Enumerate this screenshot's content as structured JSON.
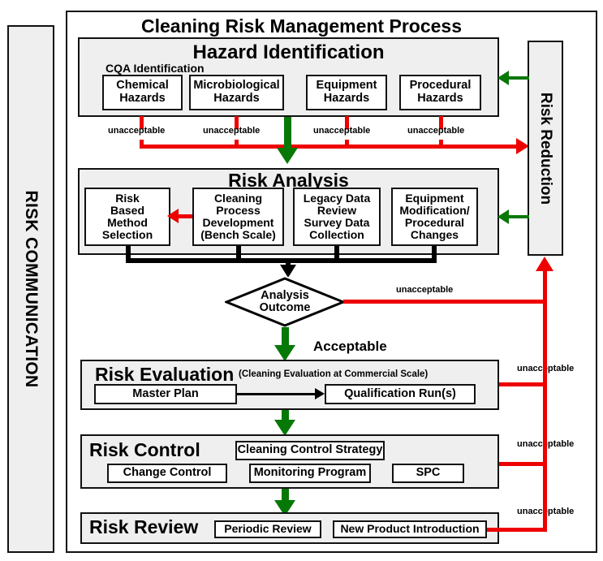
{
  "diagram": {
    "title": "Cleaning Risk Management Process",
    "left_column": {
      "label": "RISK COMMUNICATION"
    },
    "right_column": {
      "label": "Risk Reduction"
    },
    "sections": {
      "hazard": {
        "title": "Hazard Identification",
        "subtitle": "CQA Identification",
        "boxes": [
          {
            "label": "Chemical\nHazards"
          },
          {
            "label": "Microbiological\nHazards"
          },
          {
            "label": "Equipment\nHazards"
          },
          {
            "label": "Procedural\nHazards"
          }
        ]
      },
      "analysis": {
        "title": "Risk Analysis",
        "boxes": [
          {
            "label": "Risk\nBased\nMethod\nSelection"
          },
          {
            "label": "Cleaning\nProcess\nDevelopment\n(Bench Scale)"
          },
          {
            "label": "Legacy Data\nReview\nSurvey Data\nCollection"
          },
          {
            "label": "Equipment\nModification/\nProcedural\nChanges"
          }
        ]
      },
      "decision": {
        "label_line1": "Analysis",
        "label_line2": "Outcome",
        "accept_label": "Acceptable",
        "reject_label": "unacceptable"
      },
      "evaluation": {
        "title": "Risk Evaluation",
        "subtitle": "(Cleaning Evaluation at Commercial Scale)",
        "boxes": [
          {
            "label": "Master Plan"
          },
          {
            "label": "Qualification Run(s)"
          }
        ]
      },
      "control": {
        "title": "Risk Control",
        "strategy": "Cleaning Control Strategy",
        "boxes": [
          {
            "label": "Change Control"
          },
          {
            "label": "Monitoring Program"
          },
          {
            "label": "SPC"
          }
        ]
      },
      "review": {
        "title": "Risk Review",
        "boxes": [
          {
            "label": "Periodic Review"
          },
          {
            "label": "New Product Introduction"
          }
        ]
      }
    },
    "reject_labels": {
      "hazard_chemical": "unacceptable",
      "hazard_microbiological": "unacceptable",
      "hazard_equipment": "unacceptable",
      "hazard_procedural": "unacceptable",
      "evaluation": "unacceptable",
      "control": "unacceptable",
      "review": "unacceptable"
    },
    "colors": {
      "accept_flow": "#067806",
      "reject_flow": "#ee0000",
      "panel_fill": "#efefef",
      "outline": "#111111"
    }
  }
}
